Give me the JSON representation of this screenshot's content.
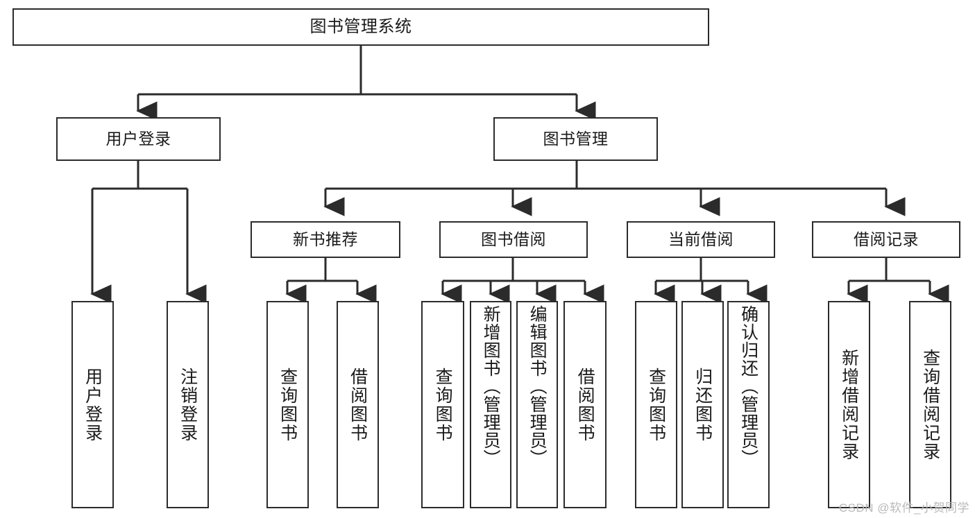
{
  "diagram": {
    "title": "图书管理系统",
    "type": "tree-hierarchy",
    "watermark": "CSDN @软件_小贺同学",
    "accent_color": "#2b2b2b",
    "background_color": "#ffffff",
    "nodes": {
      "root": {
        "label": "图书管理系统"
      },
      "level2": [
        {
          "id": "user-login",
          "label": "用户登录"
        },
        {
          "id": "book-management",
          "label": "图书管理"
        }
      ],
      "level3": [
        {
          "id": "new-book-recommend",
          "label": "新书推荐"
        },
        {
          "id": "book-borrow",
          "label": "图书借阅"
        },
        {
          "id": "current-borrow",
          "label": "当前借阅"
        },
        {
          "id": "borrow-record",
          "label": "借阅记录"
        }
      ],
      "leaves": {
        "user-login": [
          {
            "id": "leaf-user-login",
            "label": "用户登录"
          },
          {
            "id": "leaf-user-logout",
            "label": "注销登录"
          }
        ],
        "new-book-recommend": [
          {
            "id": "leaf-query-book-1",
            "label": "查询图书"
          },
          {
            "id": "leaf-borrow-book-1",
            "label": "借阅图书"
          }
        ],
        "book-borrow": [
          {
            "id": "leaf-query-book-2",
            "label": "查询图书"
          },
          {
            "id": "leaf-add-book",
            "label": "新增图书（管理员）"
          },
          {
            "id": "leaf-edit-book",
            "label": "编辑图书（管理员）"
          },
          {
            "id": "leaf-borrow-book-2",
            "label": "借阅图书"
          }
        ],
        "current-borrow": [
          {
            "id": "leaf-query-book-3",
            "label": "查询图书"
          },
          {
            "id": "leaf-return-book",
            "label": "归还图书"
          },
          {
            "id": "leaf-confirm-return",
            "label": "确认归还（管理员）"
          }
        ],
        "borrow-record": [
          {
            "id": "leaf-add-record",
            "label": "新增借阅记录"
          },
          {
            "id": "leaf-query-record",
            "label": "查询借阅记录"
          }
        ]
      }
    }
  }
}
